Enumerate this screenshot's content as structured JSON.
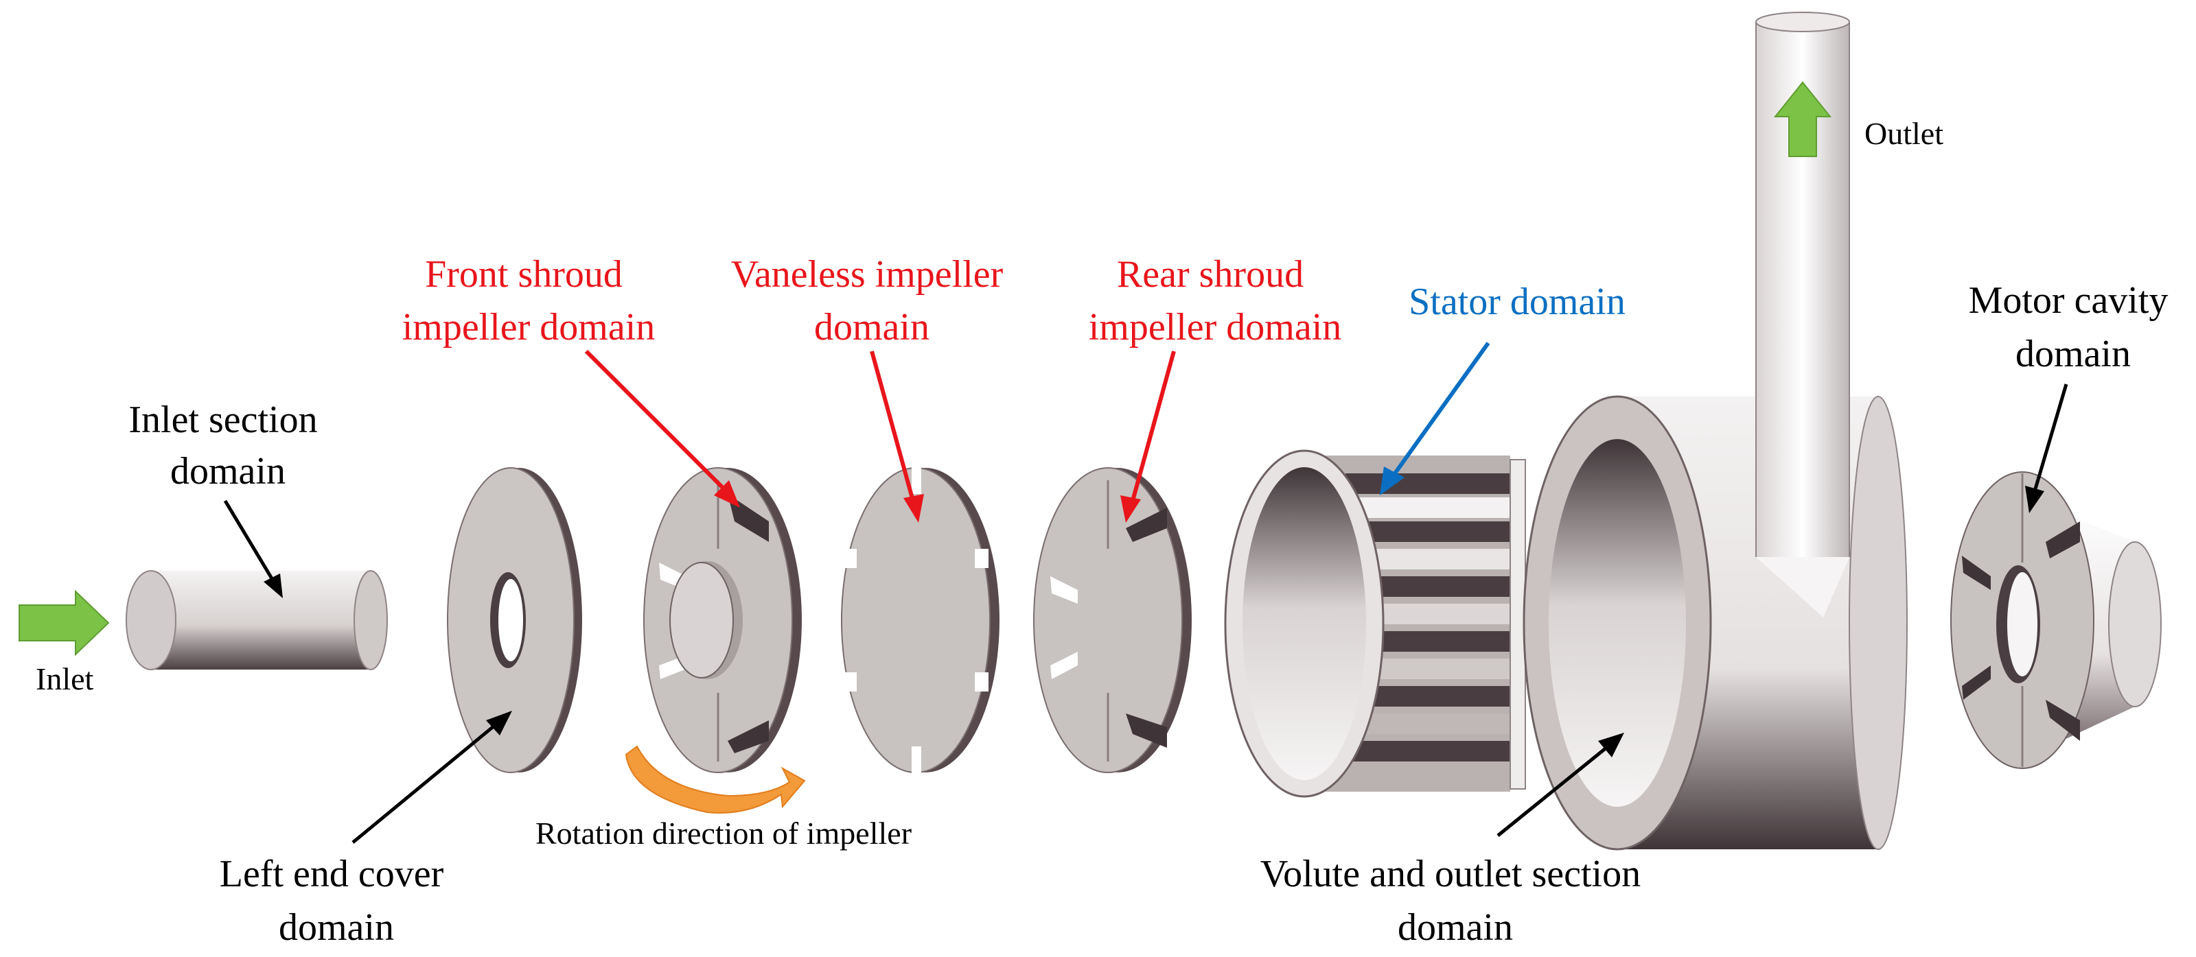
{
  "labels": {
    "inlet": "Inlet",
    "outlet": "Outlet",
    "inlet_section": [
      "Inlet section",
      "domain"
    ],
    "left_end_cover": [
      "Left end cover",
      "domain"
    ],
    "front_shroud": [
      "Front shroud",
      "impeller domain"
    ],
    "vaneless": [
      "Vaneless impeller",
      "domain"
    ],
    "rear_shroud": [
      "Rear shroud",
      "impeller domain"
    ],
    "stator": "Stator domain",
    "motor_cavity": [
      "Motor cavity",
      "domain"
    ],
    "volute_outlet": [
      "Volute and outlet section",
      "domain"
    ],
    "rotation": "Rotation direction of impeller"
  },
  "colors": {
    "red_label": "#e8151b",
    "blue_label": "#0a6fc2",
    "flow_arrow": "#7cc246",
    "rotation_arrow": "#f39a3a",
    "part_face": "#c8c2c0",
    "part_shadow": "#4a3f3f"
  }
}
